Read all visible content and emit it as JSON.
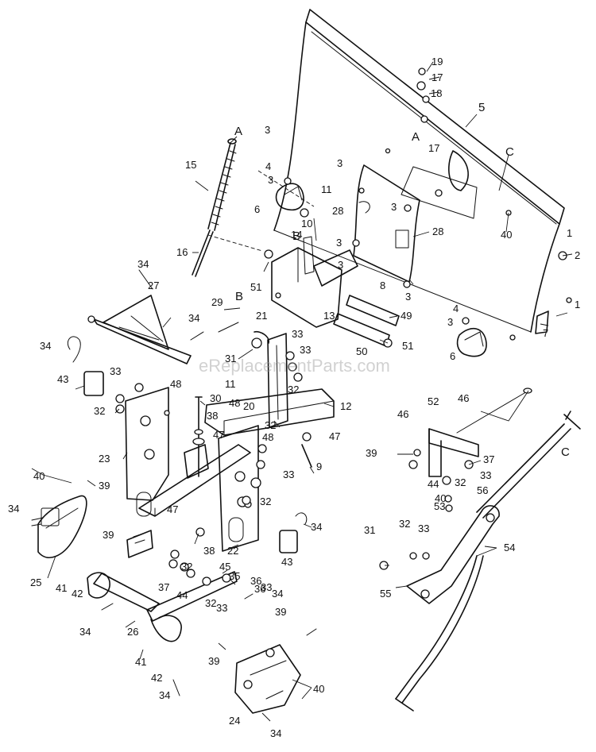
{
  "diagram": {
    "watermark": "eReplacementParts.com",
    "callouts": [
      "19",
      "17",
      "18",
      "5",
      "A",
      "17",
      "3",
      "3",
      "C",
      "3",
      "4",
      "11",
      "3",
      "28",
      "6",
      "10",
      "40",
      "14",
      "3",
      "28",
      "15",
      "A",
      "16",
      "51",
      "8",
      "3",
      "1",
      "2",
      "B",
      "1",
      "4",
      "3",
      "7",
      "13",
      "49",
      "6",
      "50",
      "51",
      "3",
      "29",
      "B",
      "34",
      "21",
      "27",
      "33",
      "34",
      "31",
      "33",
      "34",
      "32",
      "11",
      "43",
      "33",
      "46",
      "20",
      "32",
      "12",
      "48",
      "30",
      "38",
      "48",
      "47",
      "52",
      "46",
      "32",
      "23",
      "47",
      "9",
      "48",
      "39",
      "37",
      "33",
      "32",
      "33",
      "40",
      "44",
      "53",
      "56",
      "39",
      "32",
      "47",
      "43",
      "34",
      "40",
      "22",
      "33",
      "32",
      "54",
      "34",
      "39",
      "25",
      "36",
      "45",
      "38",
      "37",
      "44",
      "35",
      "31",
      "55",
      "41",
      "42",
      "36",
      "34",
      "26",
      "32",
      "33",
      "39",
      "34",
      "41",
      "42",
      "39",
      "40",
      "34",
      "24",
      "34",
      "33",
      "32",
      "C"
    ]
  }
}
